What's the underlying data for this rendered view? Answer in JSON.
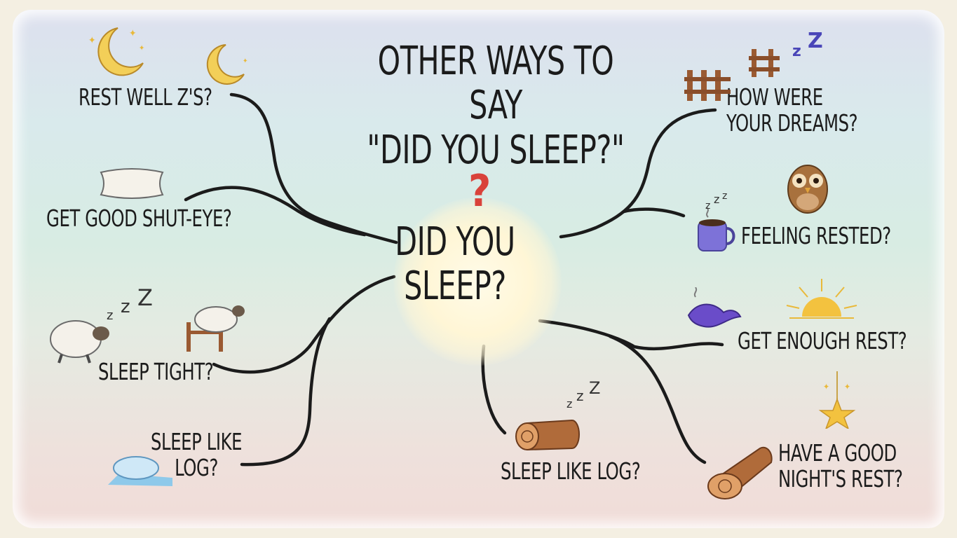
{
  "title": "OTHER WAYS TO SAY\n\"DID YOU SLEEP?\"",
  "center": {
    "text": "DID YOU\nSLEEP?",
    "symbol": "?"
  },
  "branches": {
    "rest_well": "REST WELL Z'S?",
    "shut_eye": "GET GOOD SHUT-EYE?",
    "sleep_tight": "SLEEP TIGHT?",
    "log_left": "SLEEP LIKE\nLOG?",
    "log_bottom": "SLEEP LIKE LOG?",
    "dreams": "HOW WERE\nYOUR DREAMS?",
    "rested": "FEELING RESTED?",
    "enough_rest": "GET ENOUGH REST?",
    "good_night": "HAVE A GOOD\nNIGHT'S REST?"
  },
  "icons": [
    "crescent-moon-icon",
    "pillow-icon",
    "sheep-icon",
    "sheep-fence-icon",
    "slipper-icon",
    "fence-icon",
    "owl-icon",
    "coffee-mug-icon",
    "bird-icon",
    "sunrise-icon",
    "star-icon",
    "log-icon",
    "zzz-icon"
  ],
  "colors": {
    "line": "#1b1b1b",
    "accent_question": "#d9423a",
    "moon": "#f3cf58",
    "wood": "#9a5a32",
    "mug": "#7d72d8"
  }
}
